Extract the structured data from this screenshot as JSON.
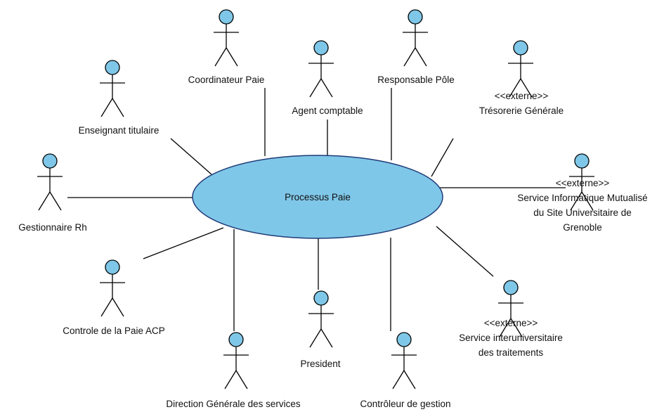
{
  "use_case": {
    "label": "Processus Paie",
    "fill": "#7fc7e8",
    "stroke": "#1f3b78"
  },
  "actor_style": {
    "head_fill": "#7fc7e8",
    "stroke": "#000000"
  },
  "actors": [
    {
      "id": "coordinateur-paie",
      "lines": [
        "Coordinateur Paie"
      ]
    },
    {
      "id": "agent-comptable",
      "lines": [
        "Agent comptable"
      ]
    },
    {
      "id": "responsable-pole",
      "lines": [
        "Responsable Pôle"
      ]
    },
    {
      "id": "tresorerie-generale",
      "lines": [
        "<<externe>>",
        "Trésorerie Générale"
      ]
    },
    {
      "id": "enseignant-titulaire",
      "lines": [
        "Enseignant titulaire"
      ]
    },
    {
      "id": "gestionnaire-rh",
      "lines": [
        "Gestionnaire Rh"
      ]
    },
    {
      "id": "service-informatique",
      "lines": [
        "<<externe>>",
        "Service Informatique Mutualisé",
        "du Site Universitaire de",
        "Grenoble"
      ]
    },
    {
      "id": "controle-paie-acp",
      "lines": [
        "Controle de la Paie ACP"
      ]
    },
    {
      "id": "president",
      "lines": [
        "President"
      ]
    },
    {
      "id": "controleur-gestion",
      "lines": [
        "Contrôleur de gestion"
      ]
    },
    {
      "id": "service-interuniversitaire",
      "lines": [
        "<<externe>>",
        "Service interuniversitaire",
        "des traitements"
      ]
    },
    {
      "id": "direction-generale",
      "lines": [
        "Direction Générale des services"
      ]
    }
  ]
}
